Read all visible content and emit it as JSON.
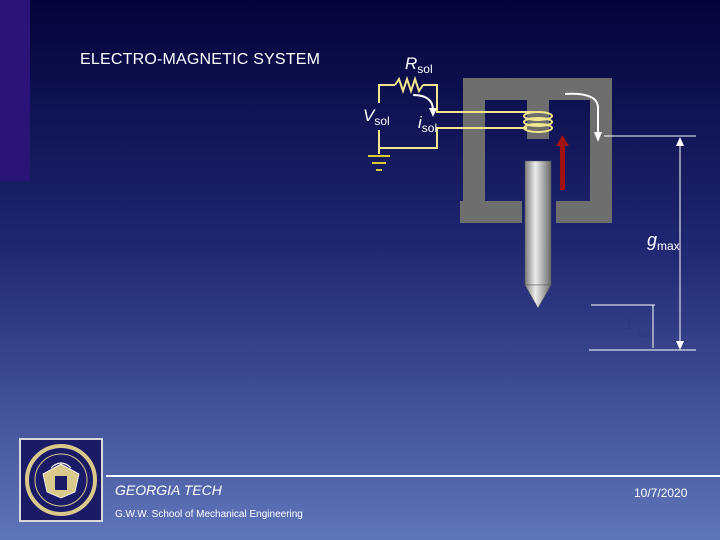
{
  "slide": {
    "title": "ELECTRO-MAGNETIC SYSTEM",
    "date": "10/7/2020"
  },
  "diagram": {
    "resistor_label": {
      "main": "R",
      "sub": "sol"
    },
    "voltage_label": {
      "main": "V",
      "sub": "sol"
    },
    "current_label": {
      "main": "i",
      "sub": "sol"
    },
    "gap_label": {
      "main": "g",
      "sub": "max"
    },
    "force_label": {
      "main": "F",
      "sub": "sol"
    }
  },
  "footer": {
    "organization": "GEORGIA TECH",
    "department": "G.W.W. School of Mechanical Engineering"
  },
  "colors": {
    "background_top": "#03033a",
    "background_bottom": "#5f75b9",
    "accent_bar": "#2a1478",
    "wire": "#f0e68c",
    "core": "#6e6e6e",
    "force_arrow": "#a01212",
    "ground": "#d8cc2e"
  }
}
